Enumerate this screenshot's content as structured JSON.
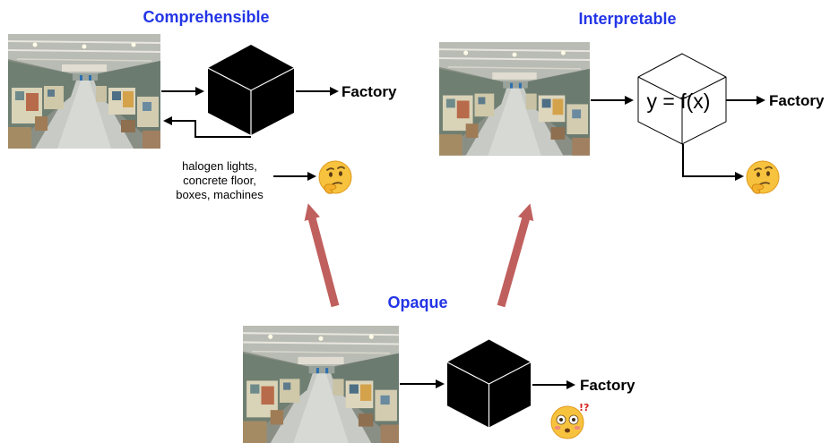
{
  "panels": {
    "comprehensible": {
      "title": "Comprehensible",
      "output_label": "Factory",
      "explanation_lines": [
        "halogen lights,",
        "concrete floor,",
        "boxes, machines"
      ],
      "emoji": "thinking-face"
    },
    "interpretable": {
      "title": "Interpretable",
      "formula": "y = f(x)",
      "output_label": "Factory",
      "emoji": "thinking-face"
    },
    "opaque": {
      "title": "Opaque",
      "output_label": "Factory",
      "emoji": "flushed-face"
    }
  },
  "colors": {
    "title_blue": "#2335e6",
    "big_arrow": "#c0605e",
    "black_box": "#000000"
  },
  "icons": {
    "input_photo": "factory-photo-icon",
    "model": "black-box-cube-icon",
    "transparent_model": "wireframe-cube-icon"
  }
}
